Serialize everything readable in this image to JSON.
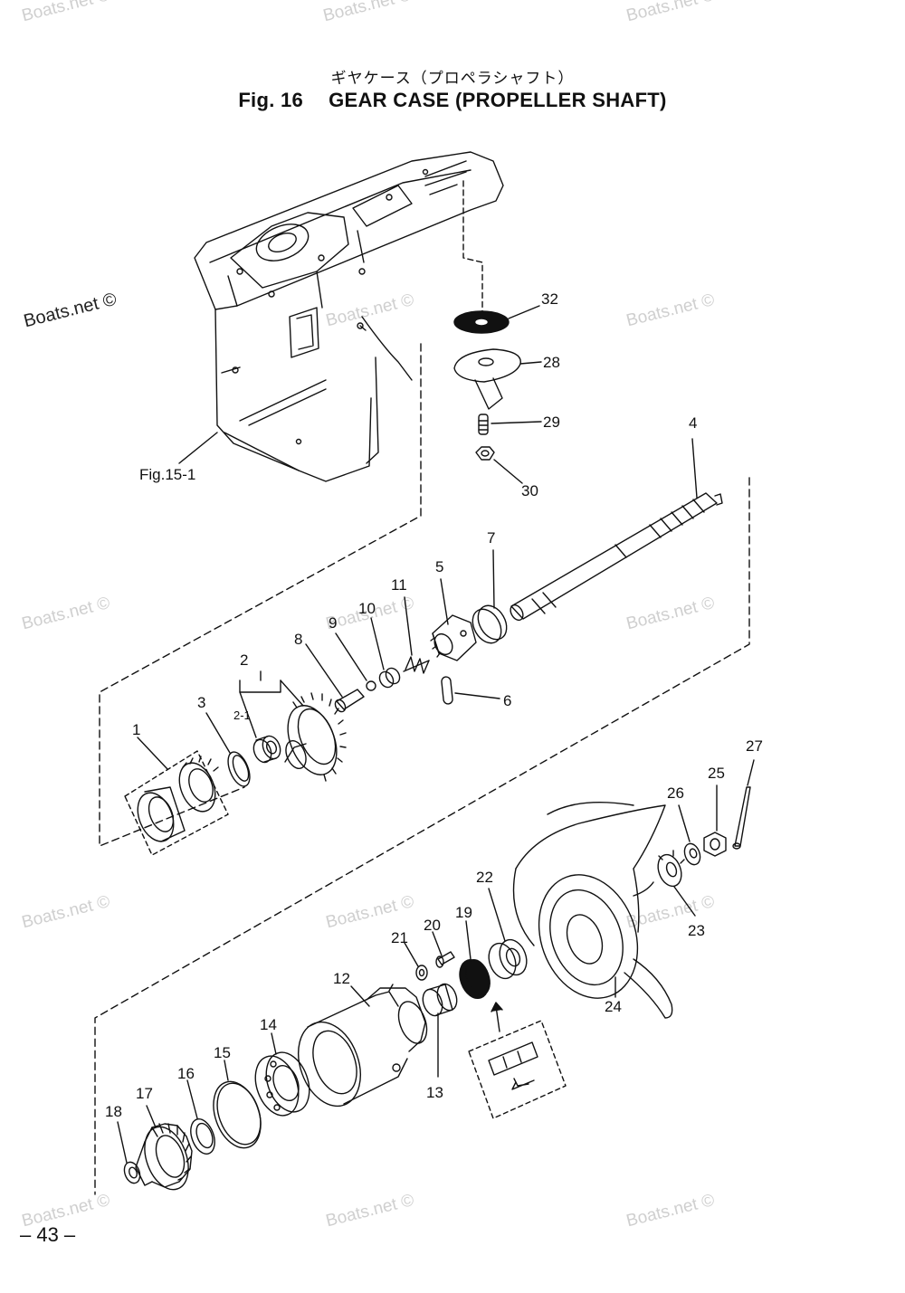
{
  "title": {
    "japanese": "ギヤケース（プロペラシャフト）",
    "figure": "Fig. 16",
    "english": "GEAR CASE (PROPELLER SHAFT)"
  },
  "page_number": "– 43 –",
  "watermark": "Boats.net ©",
  "reference_label": "Fig.15-1",
  "part_labels": {
    "p1": "1",
    "p2": "2",
    "p2_1": "2-1",
    "p3": "3",
    "p4": "4",
    "p5": "5",
    "p6": "6",
    "p7": "7",
    "p8": "8",
    "p9": "9",
    "p10": "10",
    "p11": "11",
    "p12": "12",
    "p13": "13",
    "p14": "14",
    "p15": "15",
    "p16": "16",
    "p17": "17",
    "p18": "18",
    "p19": "19",
    "p20": "20",
    "p21": "21",
    "p22": "22",
    "p23": "23",
    "p24": "24",
    "p25": "25",
    "p26": "26",
    "p27": "27",
    "p28": "28",
    "p29": "29",
    "p30": "30",
    "p32": "32"
  }
}
